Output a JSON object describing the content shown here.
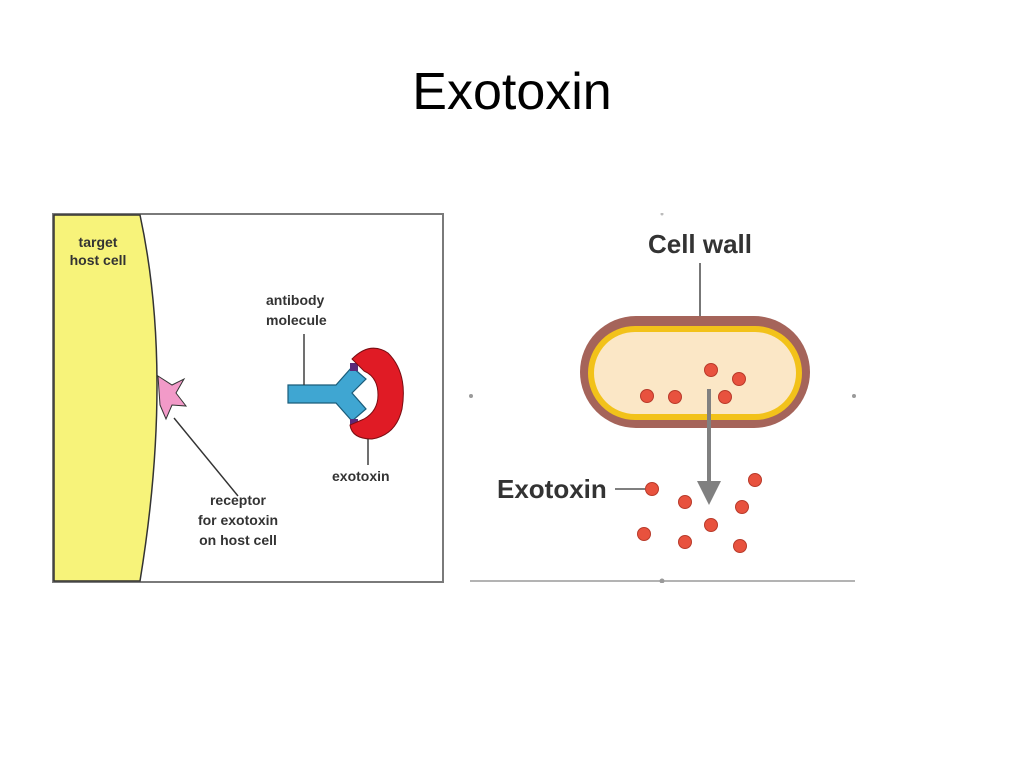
{
  "slide": {
    "title": "Exotoxin"
  },
  "left_diagram": {
    "labels": {
      "target_host_cell_line1": "target",
      "target_host_cell_line2": "host cell",
      "antibody_line1": "antibody",
      "antibody_line2": "molecule",
      "exotoxin": "exotoxin",
      "receptor_line1": "receptor",
      "receptor_line2": "for exotoxin",
      "receptor_line3": "on host cell"
    },
    "colors": {
      "host_cell": "#f7f37a",
      "receptor": "#f29ac8",
      "antibody": "#3fa6d2",
      "exotoxin": "#e01b25"
    }
  },
  "right_diagram": {
    "labels": {
      "cell_wall": "Cell wall",
      "exotoxin": "Exotoxin"
    },
    "colors": {
      "cell_wall": "#a5645a",
      "membrane": "#f2c21a",
      "cytoplasm": "#fbe7c6",
      "toxin": "#e8523e",
      "arrow": "#808080"
    }
  }
}
